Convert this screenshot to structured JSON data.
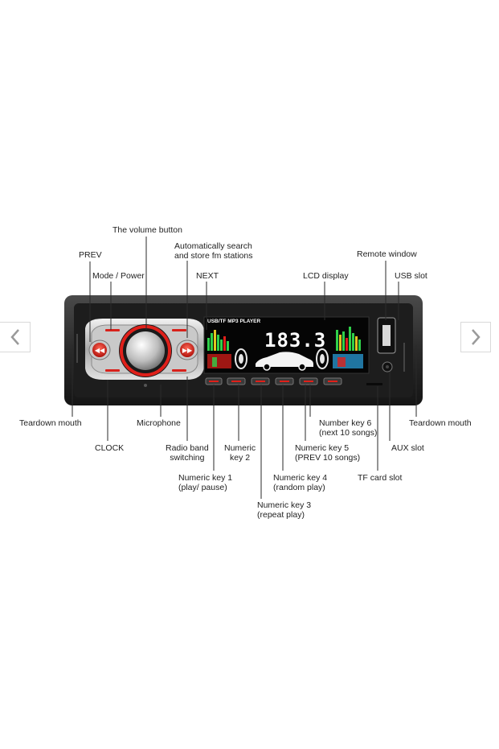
{
  "nav": {
    "prev_icon": "chevron-left-icon",
    "next_icon": "chevron-right-icon"
  },
  "device": {
    "model_text": "USB/TF MP3 PLAYER",
    "lcd_readout": "183.3",
    "colors": {
      "body": "#2a2a2a",
      "accent_red": "#e0201a",
      "lcd_green": "#2fd14a",
      "lcd_bg": "#050505"
    }
  },
  "labels": {
    "volume": "The volume button",
    "prev": "PREV",
    "auto_search": "Automatically search\nand store fm stations",
    "remote": "Remote window",
    "mode_power": "Mode / Power",
    "next": "NEXT",
    "lcd": "LCD display",
    "usb": "USB slot",
    "teardown_left": "Teardown mouth",
    "microphone": "Microphone",
    "number6": "Number key 6\n(next 10 songs)",
    "teardown_right": "Teardown mouth",
    "clock": "CLOCK",
    "radio_band": "Radio band\nswitching",
    "numeric2": "Numeric\nkey 2",
    "numeric5": "Numeric key 5\n(PREV 10 songs)",
    "aux": "AUX slot",
    "numeric1": "Numeric key 1\n(play/ pause)",
    "numeric4": "Numeric key 4\n(random play)",
    "tf": "TF card slot",
    "numeric3": "Numeric key 3\n(repeat play)"
  }
}
